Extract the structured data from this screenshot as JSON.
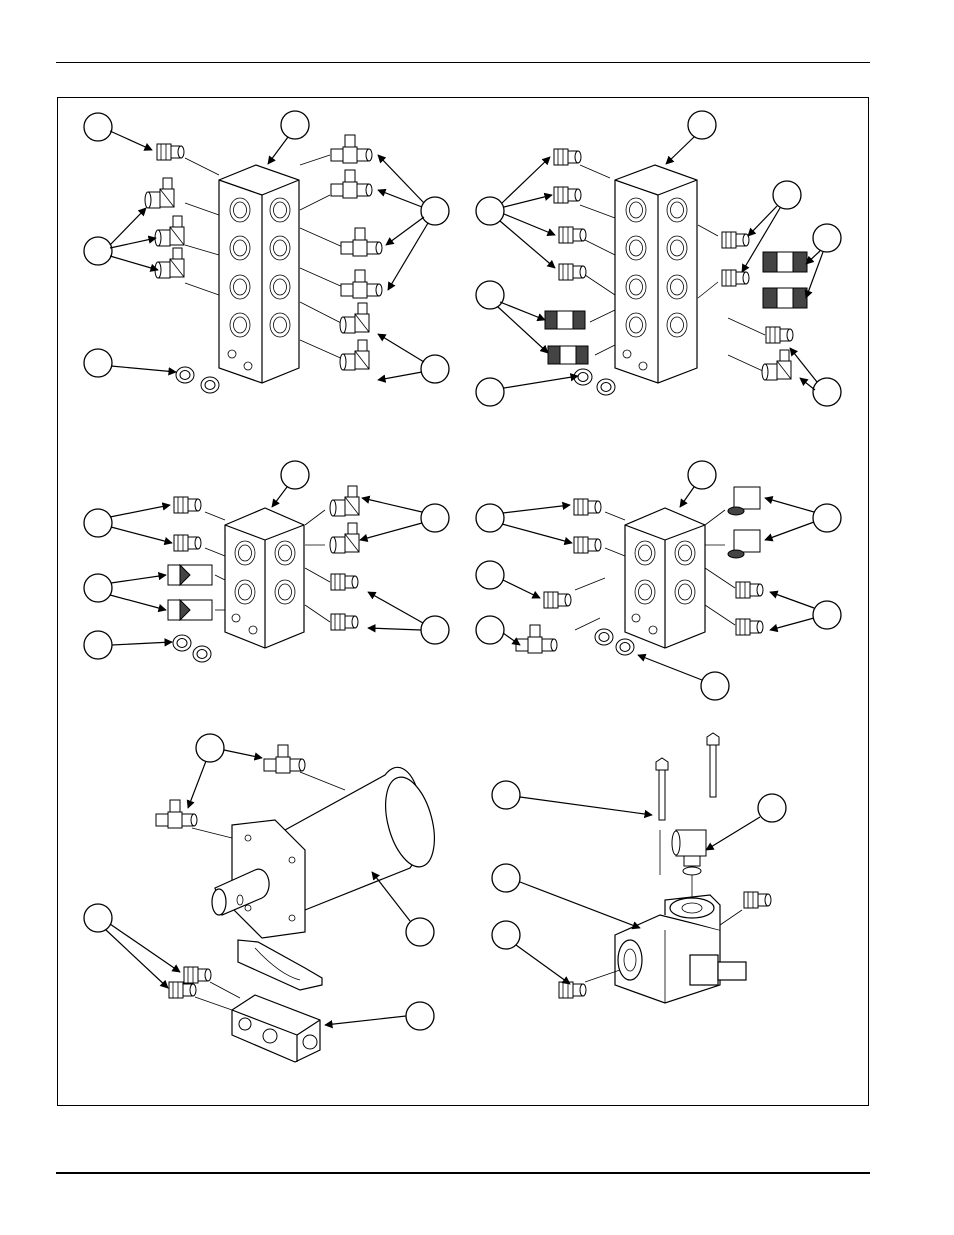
{
  "page": {
    "title": "",
    "figure_caption": ""
  },
  "colors": {
    "line": "#000000",
    "background": "#ffffff"
  },
  "panels": [
    {
      "name": "manifold-six-port-a"
    },
    {
      "name": "manifold-six-port-b"
    },
    {
      "name": "manifold-four-port-a"
    },
    {
      "name": "manifold-four-port-b"
    },
    {
      "name": "hydraulic-cylinder-assembly"
    },
    {
      "name": "valve-body-assembly"
    }
  ]
}
